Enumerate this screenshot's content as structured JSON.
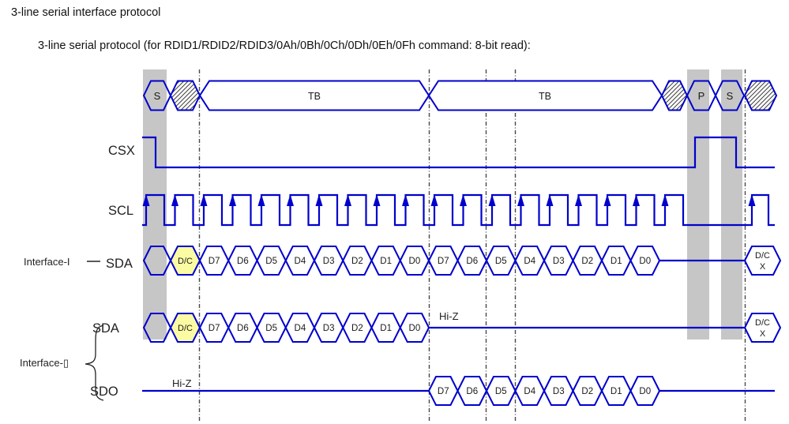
{
  "title": "3-line serial interface protocol",
  "subtitle": "3-line serial protocol (for RDID1/RDID2/RDID3/0Ah/0Bh/0Ch/0Dh/0Eh/0Fh command: 8-bit read):",
  "colors": {
    "waveform_blue": "#0000CC",
    "band_gray": "#C6C6C6",
    "dc_fill_yellow": "#FBFBA3",
    "dash_gray": "#4A4A4A",
    "hatch_gray": "#3F3F3F",
    "text_dark": "#1A1A1A"
  },
  "phase_row": {
    "start1": "S",
    "tb1": "TB",
    "tb2": "TB",
    "stop": "P",
    "start2": "S"
  },
  "signals": {
    "csx": {
      "label": "CSX"
    },
    "scl": {
      "label": "SCL"
    },
    "interface1_label": "Interface-I",
    "interface2_label": "Interface-▯",
    "sda1": {
      "label": "SDA",
      "dc": "D/C",
      "byte1": [
        "D7",
        "D6",
        "D5",
        "D4",
        "D3",
        "D2",
        "D1",
        "D0"
      ],
      "byte2": [
        "D7",
        "D6",
        "D5",
        "D4",
        "D3",
        "D2",
        "D1",
        "D0"
      ],
      "end_top": "D/C",
      "end_bottom": "X"
    },
    "sda2": {
      "label": "SDA",
      "dc": "D/C",
      "byte1": [
        "D7",
        "D6",
        "D5",
        "D4",
        "D3",
        "D2",
        "D1",
        "D0"
      ],
      "hiz": "Hi-Z",
      "end_top": "D/C",
      "end_bottom": "X"
    },
    "sdo": {
      "label": "SDO",
      "hiz": "Hi-Z",
      "byte2": [
        "D7",
        "D6",
        "D5",
        "D4",
        "D3",
        "D2",
        "D1",
        "D0"
      ]
    }
  }
}
